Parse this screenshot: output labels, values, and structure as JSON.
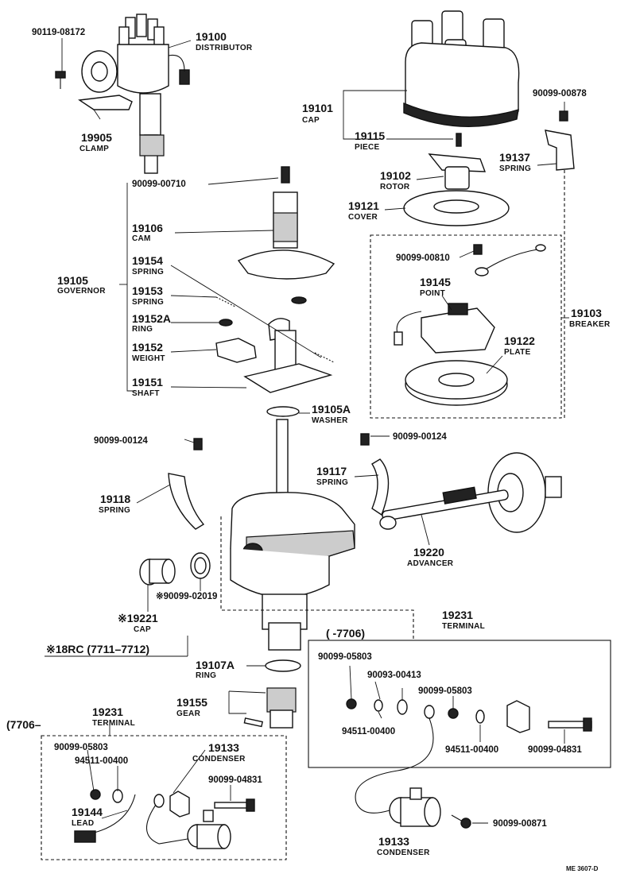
{
  "labels": {
    "p90119": "90119-08172",
    "p19100": "19100",
    "distributor": "DISTRIBUTOR",
    "p19905": "19905",
    "clamp": "CLAMP",
    "p19101": "19101",
    "cap": "CAP",
    "p19115": "19115",
    "piece": "PIECE",
    "p90099_00878": "90099-00878",
    "p19137": "19137",
    "spring_19137": "SPRING",
    "p19102": "19102",
    "rotor": "ROTOR",
    "p19121": "19121",
    "cover": "COVER",
    "p90099_00710": "90099-00710",
    "p19106": "19106",
    "cam": "CAM",
    "p19105": "19105",
    "governor": "GOVERNOR",
    "p19154": "19154",
    "spring_19154": "SPRING",
    "p19153": "19153",
    "spring_19153": "SPRING",
    "p19152A": "19152A",
    "ring_19152A": "RING",
    "p19152": "19152",
    "weight": "WEIGHT",
    "p19151": "19151",
    "shaft": "SHAFT",
    "p90099_00810": "90099-00810",
    "p19145": "19145",
    "point": "POINT",
    "p19103": "19103",
    "breaker": "BREAKER",
    "p19122": "19122",
    "plate": "PLATE",
    "p19105A": "19105A",
    "washer": "WASHER",
    "p90099_00124a": "90099-00124",
    "p90099_00124b": "90099-00124",
    "p19118": "19118",
    "spring_19118": "SPRING",
    "p19117": "19117",
    "spring_19117": "SPRING",
    "p19220": "19220",
    "advancer": "ADVANCER",
    "p90099_02019": "※90099-02019",
    "p19221": "※19221",
    "cap_19221": "CAP",
    "p19231a": "19231",
    "terminal_a": "TERMINAL",
    "range_a": "(      -7706)",
    "note18rc": "※18RC (7711–7712)",
    "p19107A": "19107A",
    "ring_19107A": "RING",
    "p19155": "19155",
    "gear": "GEAR",
    "p90099_05803a": "90099-05803",
    "p90093_00413": "90093-00413",
    "p90099_05803b": "90099-05803",
    "p94511_00400a": "94511-00400",
    "p94511_00400b": "94511-00400",
    "p90099_04831a": "90099-04831",
    "p19133a": "19133",
    "condenser_a": "CONDENSER",
    "p90099_00871": "90099-00871",
    "range_b": "(7706–",
    "p19231b": "19231",
    "terminal_b": "TERMINAL",
    "p90099_05803c": "90099-05803",
    "p94511_00400c": "94511-00400",
    "p19133b": "19133",
    "condenser_b": "CONDENSER",
    "p90099_04831b": "90099-04831",
    "p19144": "19144",
    "lead": "LEAD",
    "ref": "ME 3607-D"
  }
}
